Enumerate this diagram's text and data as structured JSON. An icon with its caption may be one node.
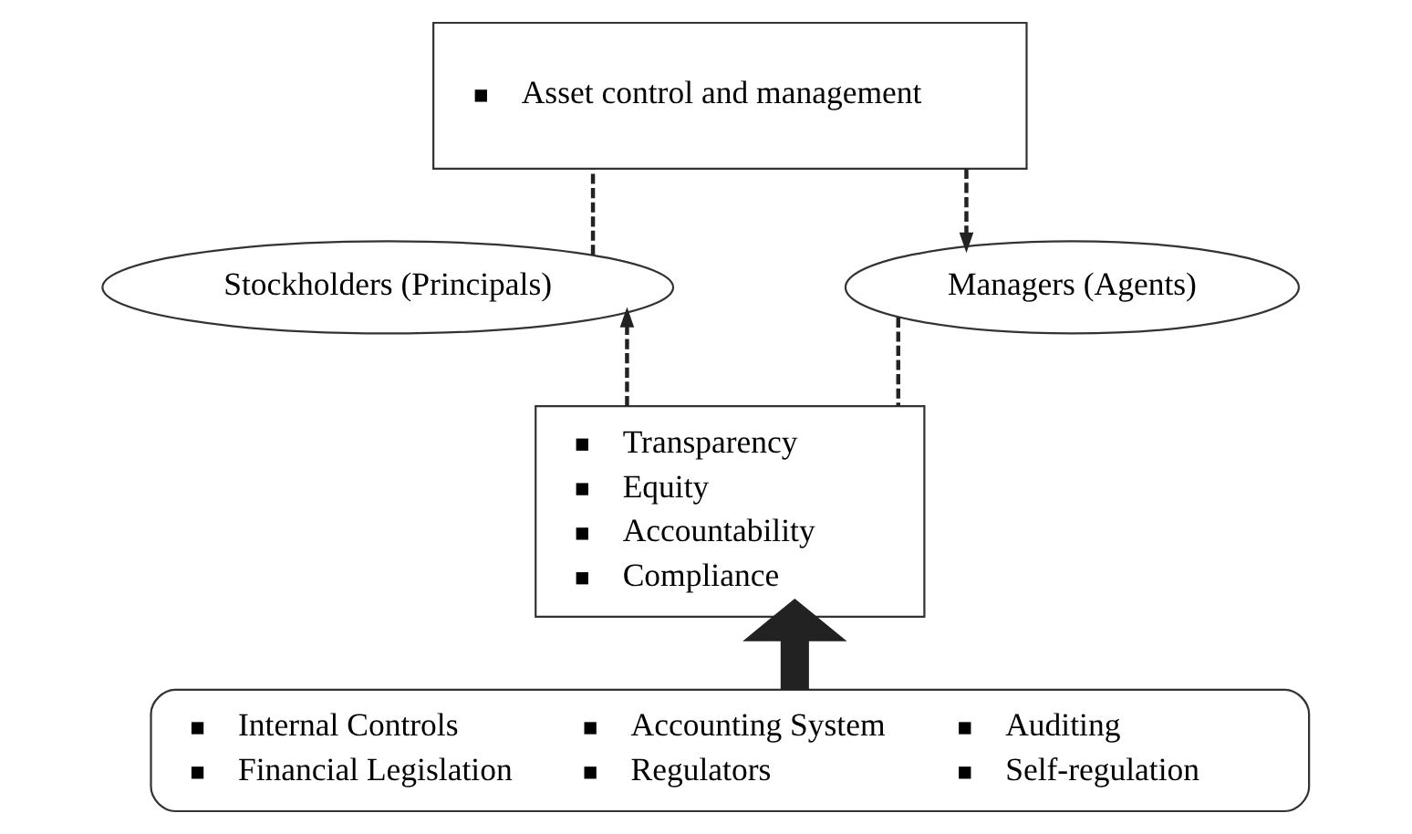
{
  "diagram": {
    "nodes": [
      {
        "text": [
          "Asset control and management"
        ]
      },
      {
        "text": [
          "Stockholders (Principals)"
        ]
      },
      {
        "text": [
          "Managers (Agents)"
        ]
      },
      {
        "text": [
          "Transparency",
          "Equity",
          "Accountability",
          "Compliance"
        ]
      },
      {
        "text": [
          "Internal Controls",
          "Accounting System",
          "Auditing",
          "Financial Legislation",
          "Regulators",
          "Self-regulation"
        ]
      }
    ],
    "edges": [
      {
        "from": 1,
        "to": 0,
        "arrow": "none",
        "style": "dashed"
      },
      {
        "from": 0,
        "to": 2,
        "arrow": "to",
        "style": "dashed"
      },
      {
        "from": 2,
        "to": 3,
        "arrow": "none",
        "style": "dashed"
      },
      {
        "from": 3,
        "to": 1,
        "arrow": "to",
        "style": "dashed"
      },
      {
        "from": 4,
        "to": 3,
        "arrow": "to",
        "style": "thick"
      }
    ]
  }
}
